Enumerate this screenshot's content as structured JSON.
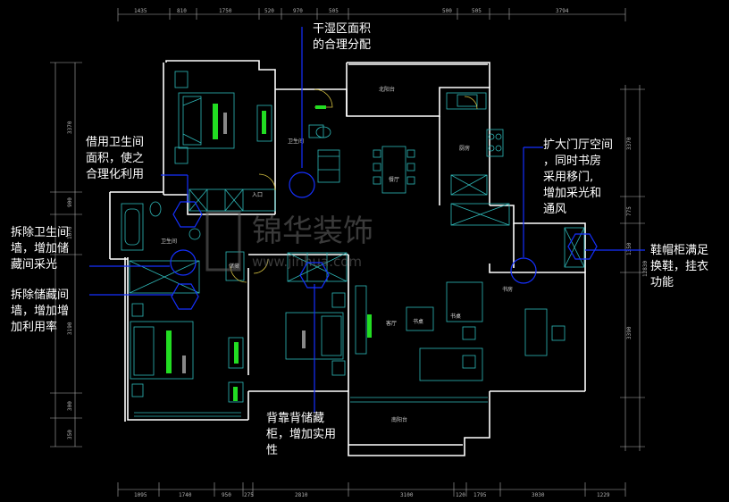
{
  "colors": {
    "wall": "#ffffff",
    "furniture": "#2fb8b8",
    "annotation": "#1530ff",
    "highlight": "#22dd22",
    "dimension": "#b0b0b0",
    "door": "#d4c040",
    "watermark": "#6a6a6a"
  },
  "annotations": {
    "dry_wet": "干湿区面积\n的合理分配",
    "borrow_bath": "借用卫生间\n面积，使之\n合理化利用",
    "remove_bath_wall": "拆除卫生间\n墙，增加储\n藏间采光",
    "remove_storage_wall": "拆除储藏间\n墙，增加增\n加利用率",
    "enlarge_foyer": "扩大门厅空间\n，同时书房\n采用移门,\n增加采光和\n通风",
    "shoe_cabinet": "鞋帽柜满足\n换鞋，挂衣\n功能",
    "back_storage": "背靠背储藏\n柜，增加实用\n性"
  },
  "dimensions": {
    "top": [
      "1435",
      "810",
      "1750",
      "520",
      "970",
      "505",
      "500",
      "505",
      "3794"
    ],
    "bottom": [
      "1095",
      "1740",
      "950",
      "275",
      "2810",
      "3100",
      "120",
      "1795",
      "3030",
      "1229"
    ],
    "left": [
      "3370",
      "900",
      "1070",
      "3190",
      "300",
      "350"
    ],
    "right": [
      "3370",
      "775",
      "1350",
      "3390",
      "12830"
    ]
  },
  "rooms": {
    "balcony_north": "北阳台",
    "kitchen": "厨房",
    "dining": "餐厅",
    "bath_a": "卫生间",
    "bath_b": "卫生间",
    "entry": "入口",
    "living": "客厅",
    "study": "书房",
    "balcony_south": "南阳台",
    "storage": "储藏",
    "desk": "书桌",
    "chair": "书桌"
  },
  "watermark": {
    "cn": "锦华装饰",
    "url": "www.jinhua.com"
  }
}
